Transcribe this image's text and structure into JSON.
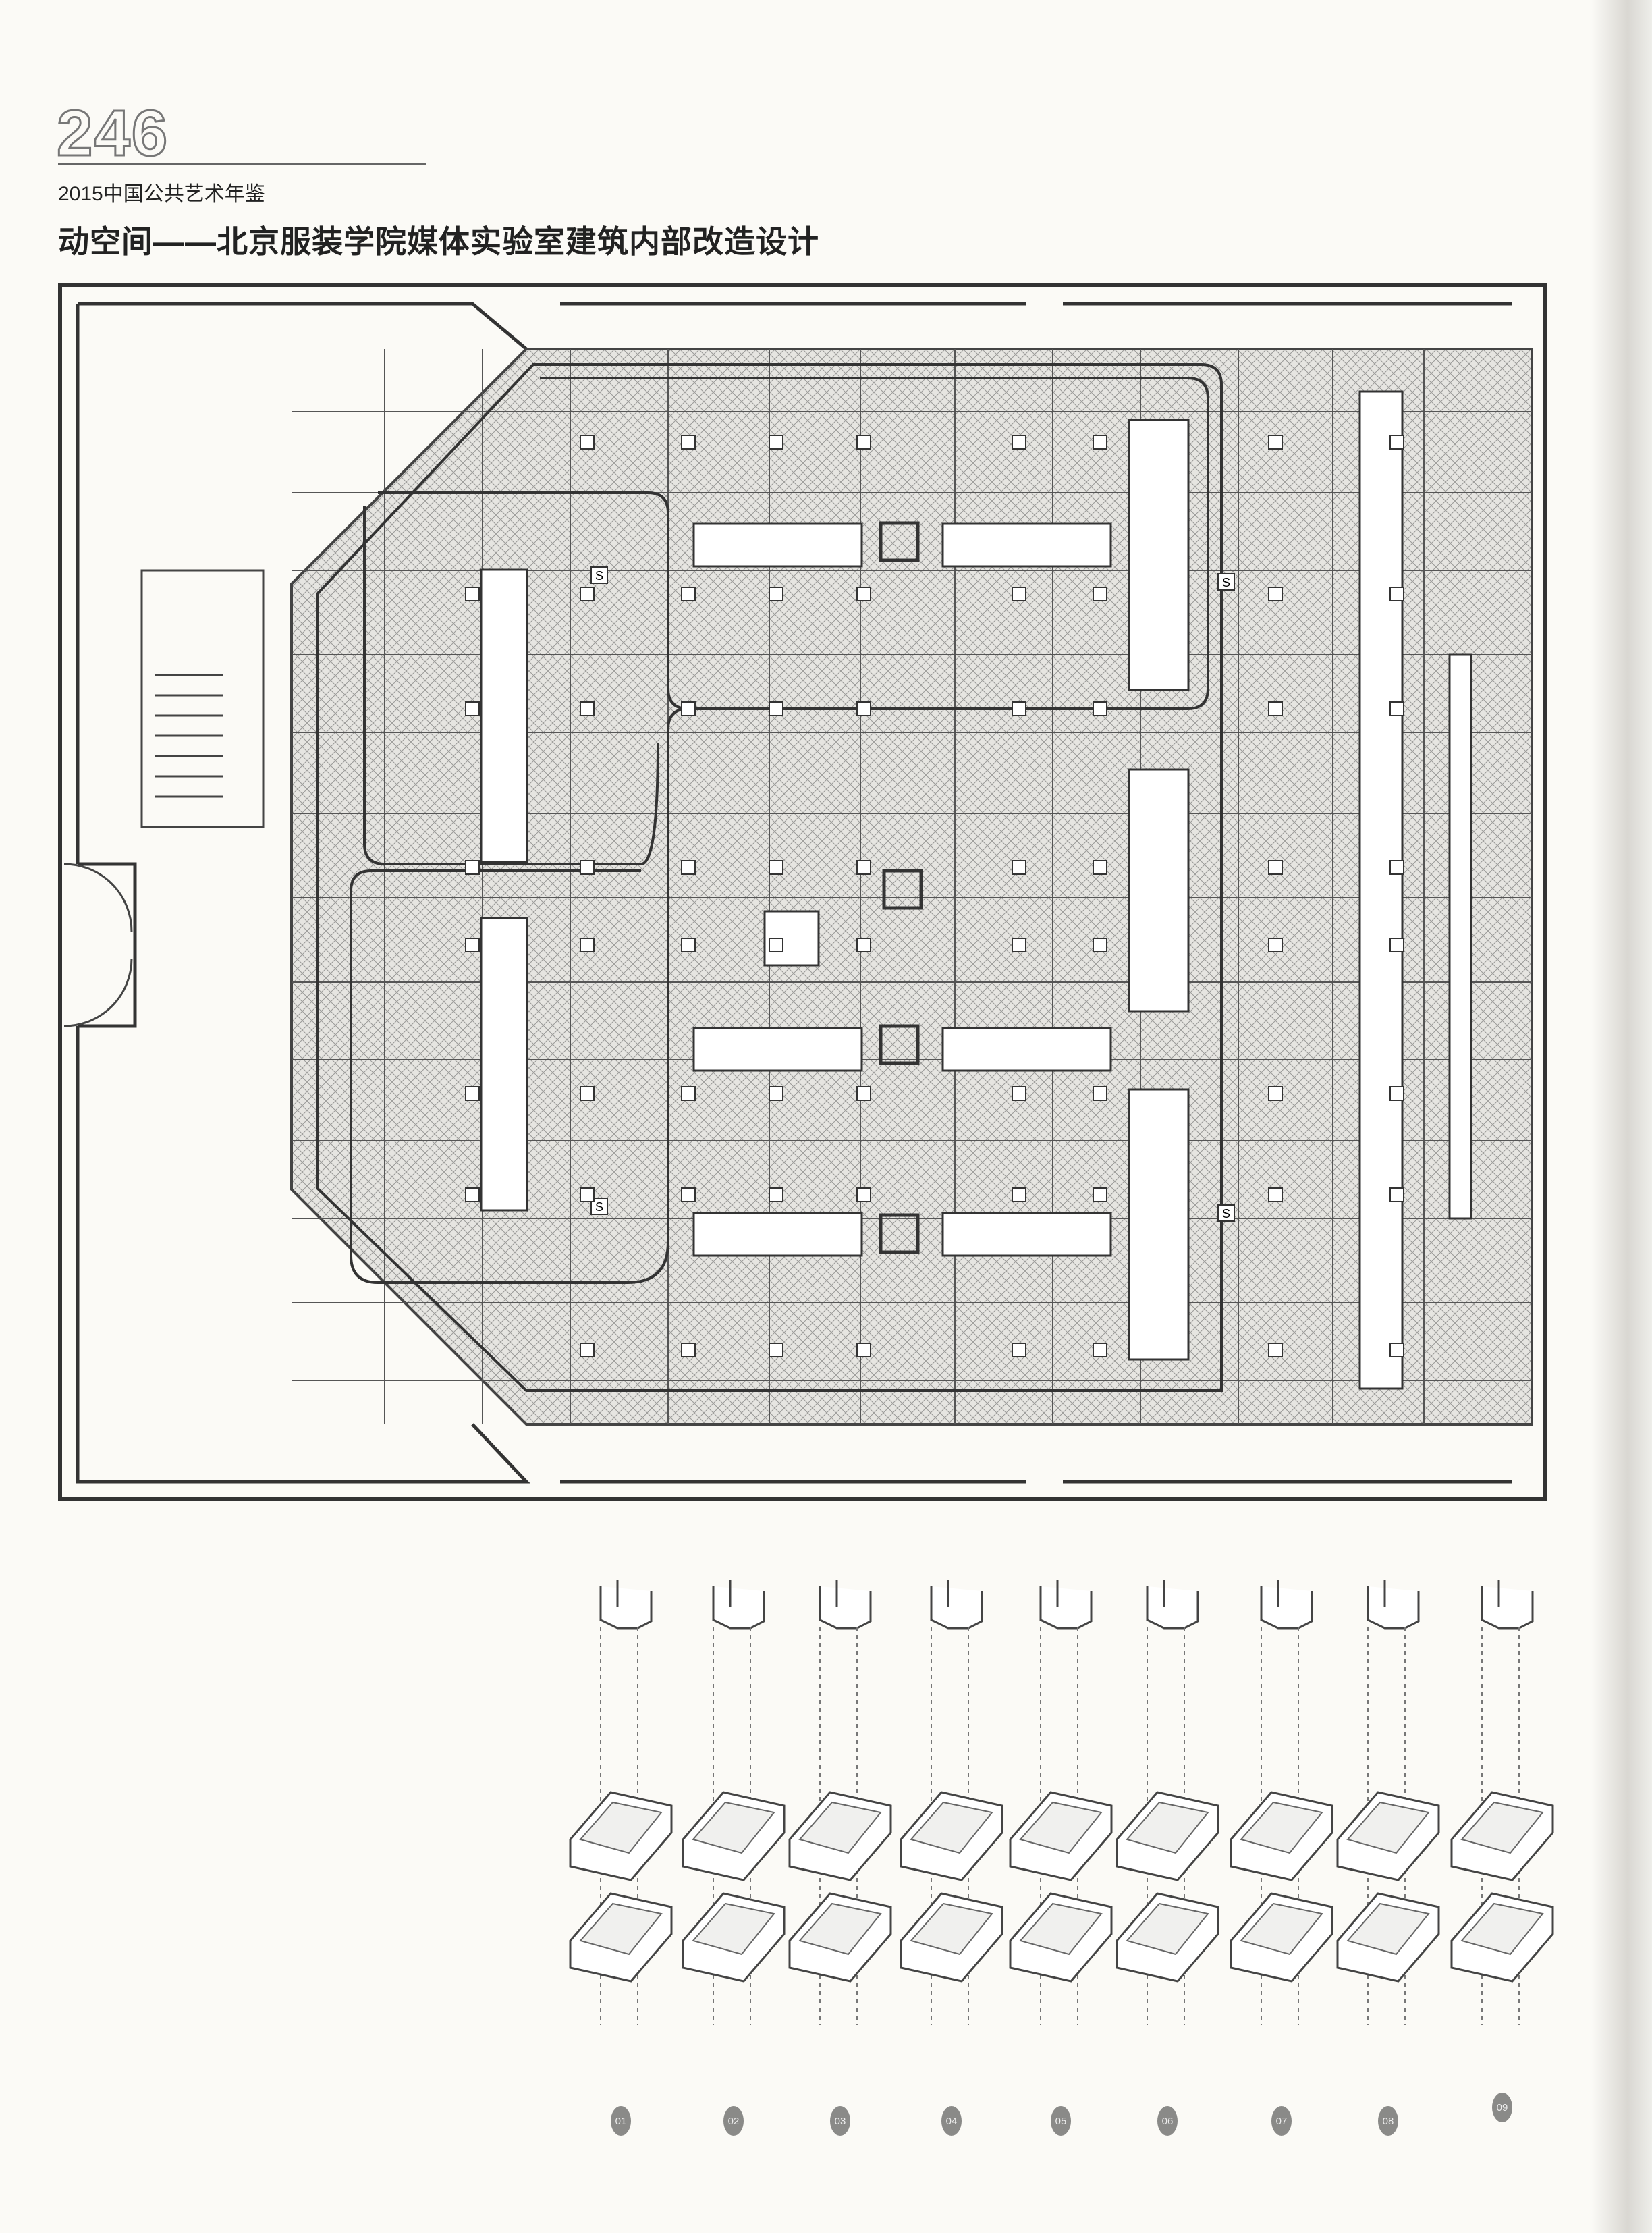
{
  "header": {
    "page_number": "246",
    "subtitle": "2015中国公共艺术年鉴",
    "title": "动空间——北京服装学院媒体实验室建筑内部改造设计"
  },
  "plan": {
    "fixture_label": "S"
  },
  "diagrams": {
    "labels": [
      "01",
      "02",
      "03",
      "04",
      "05",
      "06",
      "07",
      "08",
      "09"
    ]
  }
}
